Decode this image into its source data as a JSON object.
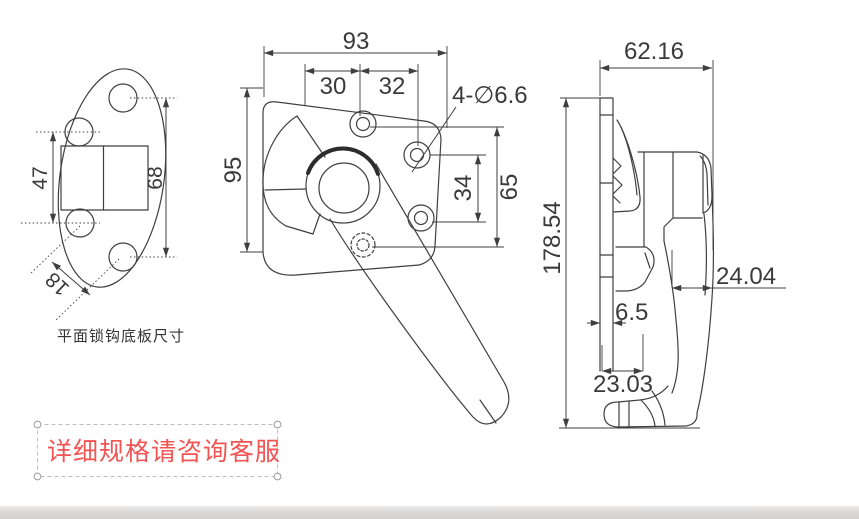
{
  "views": {
    "base_plate": {
      "caption": "平面锁钩底板尺寸",
      "dim_left_holes": "47",
      "dim_right_holes": "68",
      "dim_diagonal": "18"
    },
    "front": {
      "dim_width_total": "93",
      "dim_hole_left": "30",
      "dim_hole_right": "32",
      "dim_holes_callout": "4-∅6.6",
      "dim_height_total": "95",
      "dim_hole_vert_inner": "34",
      "dim_hole_vert_outer": "65"
    },
    "side": {
      "dim_depth": "62.16",
      "dim_height": "178.54",
      "dim_grip": "24.04",
      "dim_plate_thickness": "6.5",
      "dim_foot": "23.03"
    }
  },
  "notice": {
    "text": "详细规格请咨询客服",
    "text_color": "#f25353"
  },
  "colors": {
    "line": "#3f3f3f",
    "background": "#ffffff",
    "bottom_bar": "#d8d6d4"
  }
}
